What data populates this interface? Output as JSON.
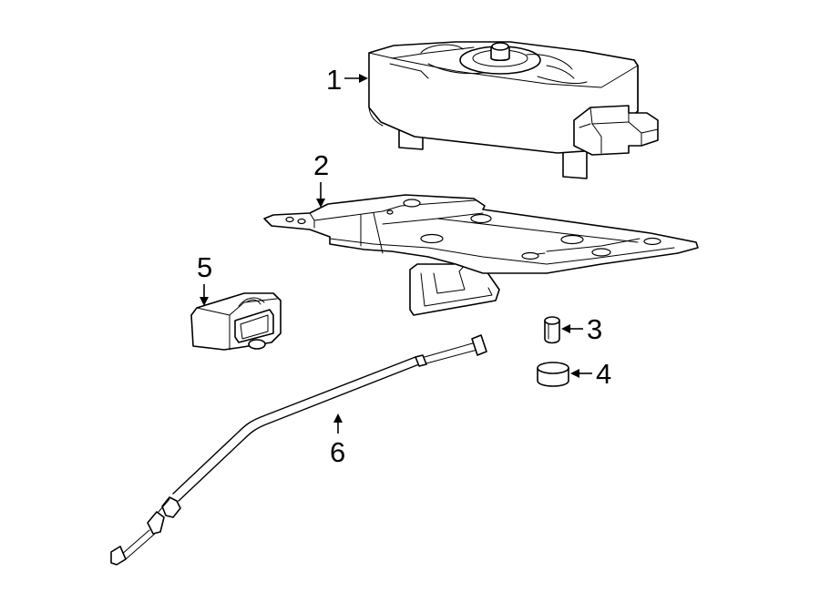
{
  "callouts": [
    {
      "number": "1"
    },
    {
      "number": "2"
    },
    {
      "number": "3"
    },
    {
      "number": "4"
    },
    {
      "number": "5"
    },
    {
      "number": "6"
    }
  ],
  "colors": {
    "line": "#000000",
    "background": "#ffffff"
  }
}
